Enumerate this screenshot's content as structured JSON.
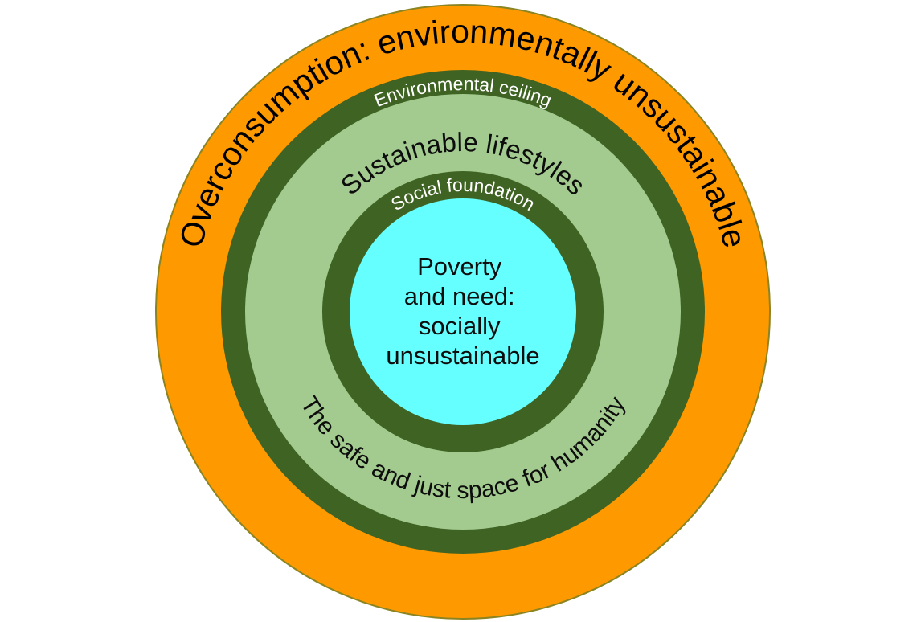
{
  "labels": {
    "outer_ring": "Overconsumption: environmentally unsustainable",
    "environmental_ceiling": "Environmental ceiling",
    "sustainable_lifestyles": "Sustainable lifestyles",
    "social_foundation": "Social foundation",
    "safe_space": "The safe and just space for humanity"
  },
  "center": {
    "lines": [
      "Poverty",
      "and need:",
      "socially",
      "unsustainable"
    ]
  },
  "colors": {
    "background": "#ffffff",
    "overconsumption_orange": "#ff9900",
    "ring_dark_green": "#3f6323",
    "ring_light_green": "#a3cb8f",
    "center_cyan": "#66ffff",
    "outer_stroke": "#8a8422",
    "title_text": "#000000",
    "white_label": "#ffffff",
    "dark_text": "#0d0d0d"
  }
}
